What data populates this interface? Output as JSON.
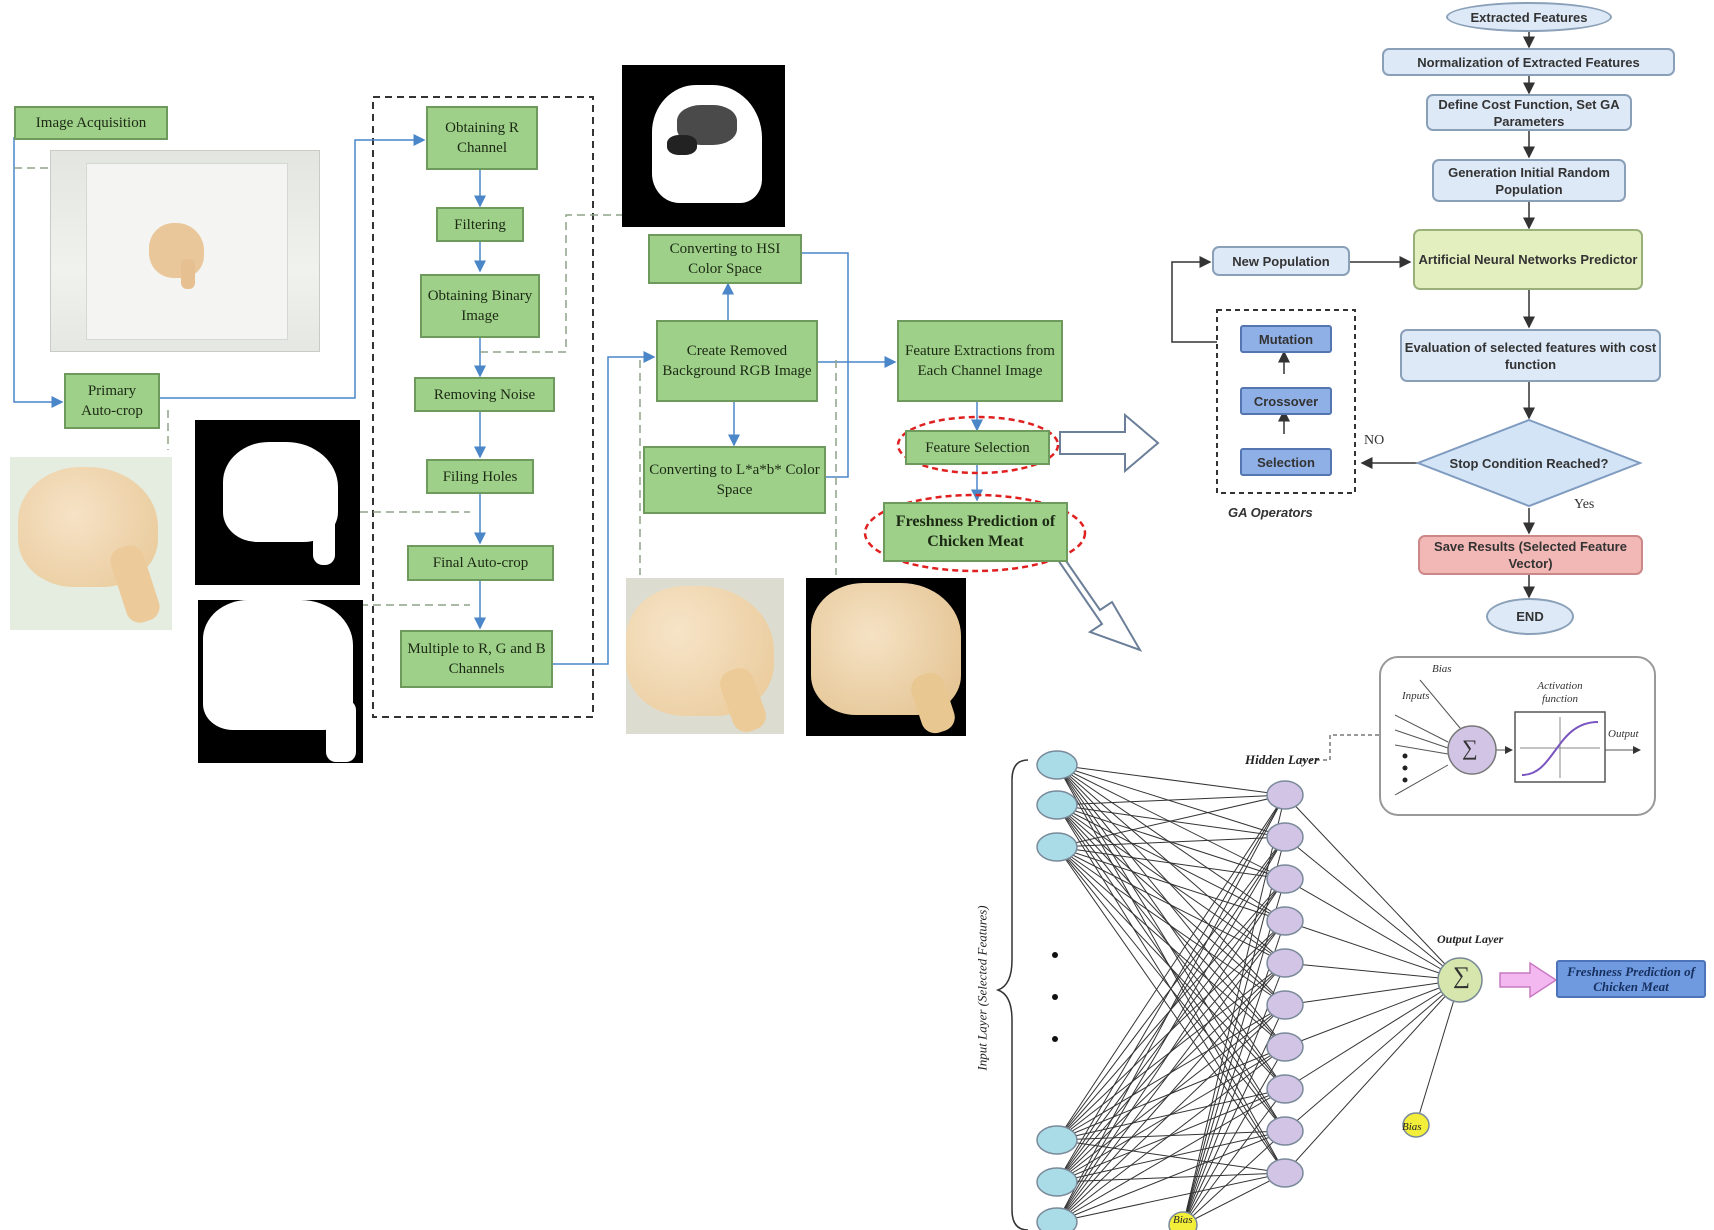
{
  "pipeline": {
    "image_acquisition": "Image Acquisition",
    "primary_autocrop": "Primary Auto-crop",
    "obtaining_r": "Obtaining R Channel",
    "filtering": "Filtering",
    "binary_image": "Obtaining Binary Image",
    "removing_noise": "Removing Noise",
    "filling_holes": "Filing Holes",
    "final_autocrop": "Final Auto-crop",
    "multiple_rgb": "Multiple to R, G and B Channels",
    "hsi": "Converting to HSI Color Space",
    "removed_bg": "Create Removed Background RGB Image",
    "lab": "Converting to L*a*b* Color Space",
    "feature_extraction": "Feature Extractions from Each Channel Image",
    "feature_selection": "Feature Selection",
    "freshness": "Freshness Prediction of Chicken Meat"
  },
  "ga": {
    "extracted": "Extracted Features",
    "normalization": "Normalization of Extracted Features",
    "cost": "Define Cost Function, Set GA Parameters",
    "generation": "Generation Initial Random Population",
    "ann": "Artificial Neural Networks Predictor",
    "evaluation": "Evaluation of selected features with cost function",
    "stop": "Stop Condition Reached?",
    "save": "Save Results (Selected Feature Vector)",
    "end": "END",
    "new_population": "New Population",
    "mutation": "Mutation",
    "crossover": "Crossover",
    "selection": "Selection",
    "operators_label": "GA Operators",
    "no": "NO",
    "yes": "Yes"
  },
  "nn": {
    "input_layer": "Input Layer (Selected Features)",
    "hidden_layer": "Hidden Layer",
    "output_layer": "Output Layer",
    "bias": "Bias",
    "output_result": "Freshness Prediction of Chicken Meat",
    "inset_bias": "Bias",
    "inset_inputs": "Inputs",
    "inset_activation": "Activation function",
    "inset_output": "Output",
    "sigma": "∑"
  },
  "colors": {
    "green_box": "#9fd08a",
    "light_blue": "#dde9f7",
    "light_green": "#e4efc0",
    "pink": "#f2b8b6",
    "blue_op": "#8fb0e6",
    "input_node": "#a9dce6",
    "hidden_node": "#d1c4e4",
    "bias_node": "#f2ee3a",
    "output_node": "#d6e6ac"
  }
}
